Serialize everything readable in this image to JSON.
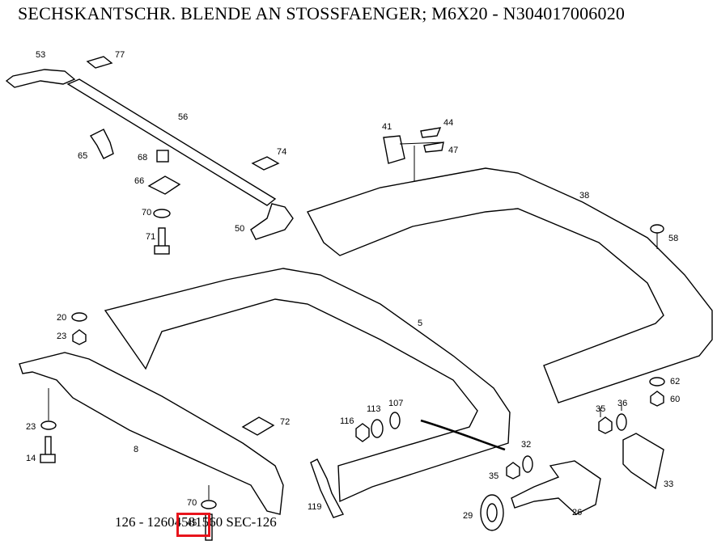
{
  "title": "SECHSKANTSCHR. BLENDE AN STOSSFAENGER; M6X20 - N304017006020",
  "caption": "126 - 12604581560 SEC-126",
  "highlight_label": "45",
  "labels": {
    "l53": "53",
    "l77": "77",
    "l56": "56",
    "l65": "65",
    "l68": "68",
    "l66": "66",
    "l74": "74",
    "l70a": "70",
    "l71": "71",
    "l50": "50",
    "l41": "41",
    "l44": "44",
    "l47": "47",
    "l38": "38",
    "l58": "58",
    "l5": "5",
    "l20": "20",
    "l23a": "23",
    "l113": "113",
    "l107": "107",
    "l116": "116",
    "l62": "62",
    "l60": "60",
    "l35a": "35",
    "l36": "36",
    "l23b": "23",
    "l72": "72",
    "l8": "8",
    "l14": "14",
    "l32": "32",
    "l35b": "35",
    "l33": "33",
    "l70b": "70",
    "l119": "119",
    "l29": "29",
    "l26": "26"
  },
  "colors": {
    "highlight": "#e8141c",
    "line": "#000000"
  }
}
